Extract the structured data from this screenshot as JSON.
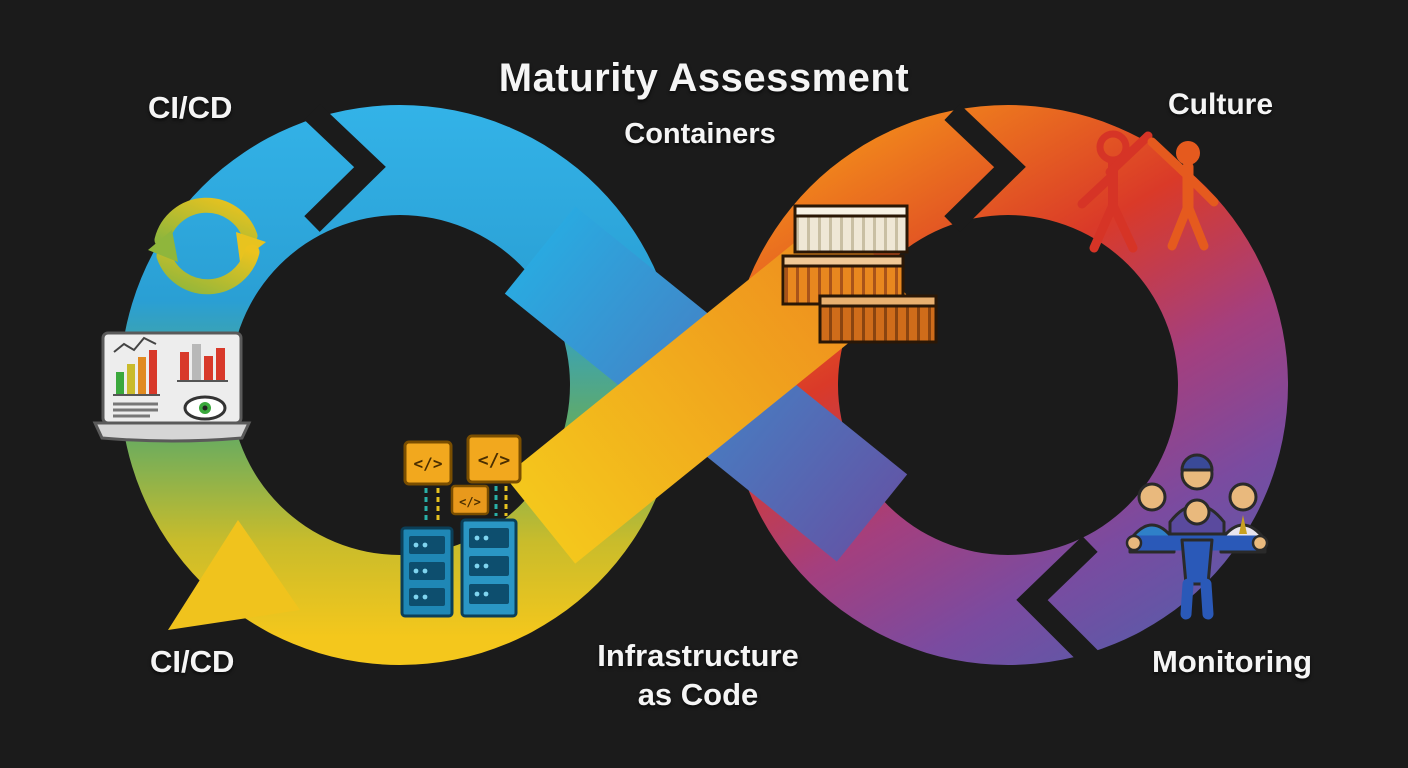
{
  "title": "Maturity Assessment",
  "subtitle": "Containers",
  "labels": {
    "top_left": "CI/CD",
    "top_right": "Culture",
    "bottom_left": "CI/CD",
    "bottom_center": {
      "line1": "Infrastructure",
      "line2": "as Code"
    },
    "bottom_right": "Monitoring"
  },
  "code_badge_text": "</>",
  "icons": [
    "sync-arrows-icon",
    "analytics-laptop-icon",
    "containers-icon",
    "iac-code-servers-icon",
    "culture-people-icon",
    "monitoring-team-icon"
  ],
  "colors": {
    "background": "#1b1b1b",
    "cyan": "#2aa9e0",
    "green": "#7fb04a",
    "yellow": "#f4c71c",
    "orange": "#ef831c",
    "red": "#d93528",
    "purple": "#8a4590",
    "slate_purple": "#5b5aa8",
    "text": "#f5f5f5"
  }
}
